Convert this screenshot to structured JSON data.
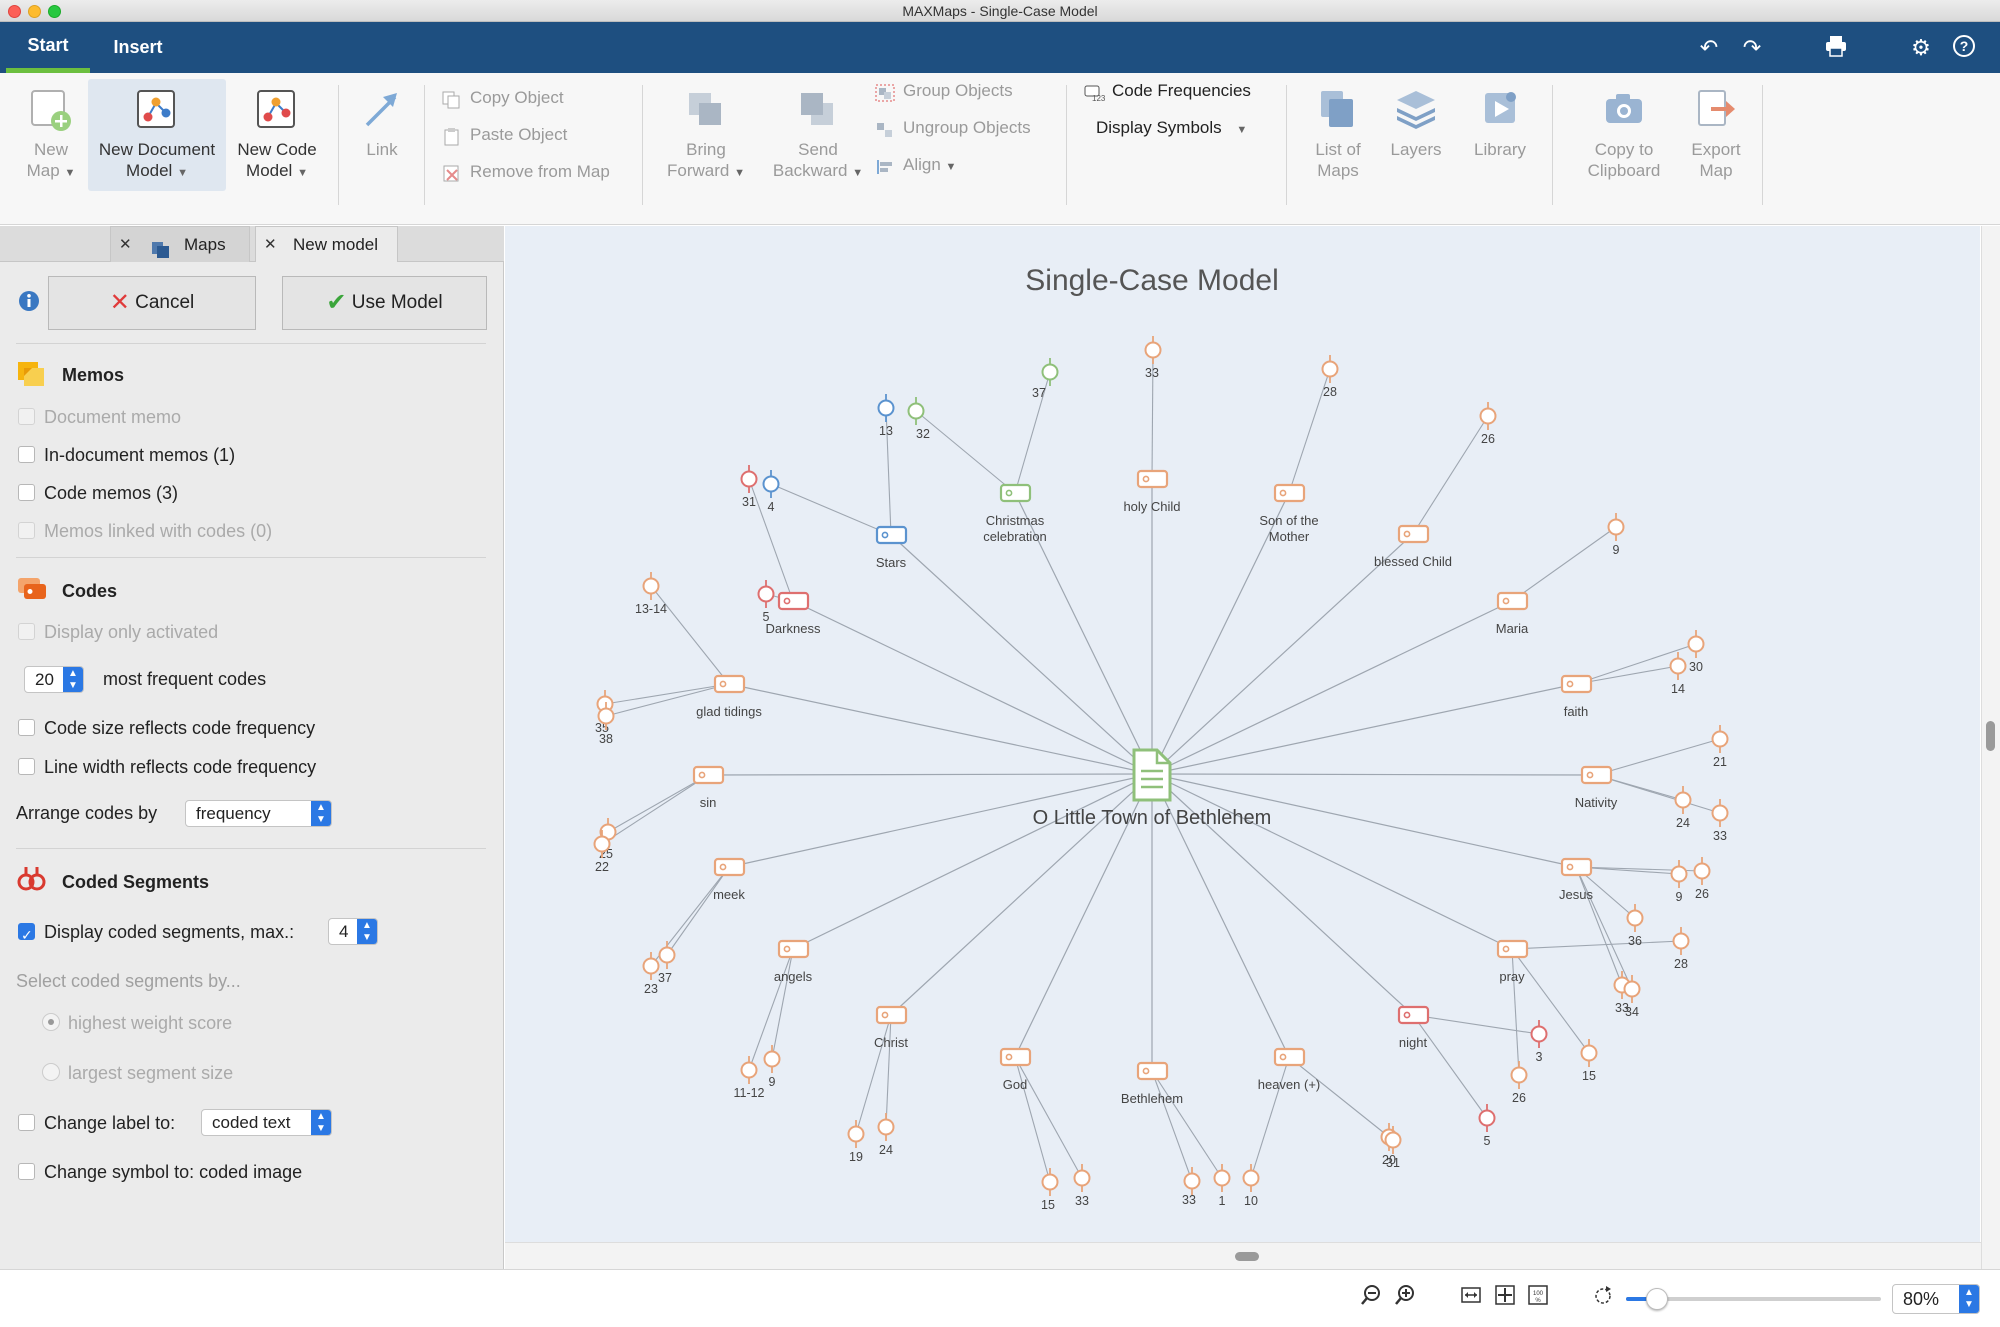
{
  "window": {
    "title": "MAXMaps - Single-Case Model"
  },
  "ribbon": {
    "tabs": [
      {
        "label": "Start",
        "active": true
      },
      {
        "label": "Insert",
        "active": false
      }
    ]
  },
  "toolbar": {
    "new_map": {
      "line1": "New",
      "line2": "Map"
    },
    "new_document_model": {
      "line1": "New Document",
      "line2": "Model"
    },
    "new_code_model": {
      "line1": "New Code",
      "line2": "Model"
    },
    "link": "Link",
    "copy_object": "Copy Object",
    "paste_object": "Paste Object",
    "remove_from_map": "Remove from Map",
    "bring_forward": {
      "line1": "Bring",
      "line2": "Forward"
    },
    "send_backward": {
      "line1": "Send",
      "line2": "Backward"
    },
    "group_objects": "Group Objects",
    "ungroup_objects": "Ungroup Objects",
    "align": "Align",
    "code_frequencies": "Code Frequencies",
    "display_symbols": "Display Symbols",
    "list_of_maps": {
      "line1": "List of",
      "line2": "Maps"
    },
    "layers": "Layers",
    "library": "Library",
    "copy_to_clipboard": {
      "line1": "Copy to",
      "line2": "Clipboard"
    },
    "export_map": {
      "line1": "Export",
      "line2": "Map"
    }
  },
  "panel": {
    "tabs": [
      "Maps",
      "New model"
    ],
    "cancel": "Cancel",
    "use_model": "Use Model",
    "memos": {
      "title": "Memos",
      "document_memo": "Document memo",
      "in_document_memos": "In-document memos (1)",
      "code_memos": "Code memos (3)",
      "memos_linked": "Memos linked with codes (0)"
    },
    "codes": {
      "title": "Codes",
      "display_only_activated": "Display only activated",
      "most_frequent_count": "20",
      "most_frequent_label": "most frequent codes",
      "code_size": "Code size reflects code frequency",
      "line_width": "Line width reflects code frequency",
      "arrange_label": "Arrange codes by",
      "arrange_value": "frequency"
    },
    "segments": {
      "title": "Coded Segments",
      "display_label": "Display coded segments, max.:",
      "display_max": "4",
      "select_by": "Select coded segments by...",
      "highest_weight": "highest weight score",
      "largest_size": "largest segment size",
      "change_label": "Change label to:",
      "change_label_value": "coded text",
      "change_symbol": "Change symbol to: coded image"
    }
  },
  "map": {
    "title": "Single-Case Model",
    "document": "O Little Town of Bethlehem",
    "colors": {
      "orange": "#e8a47a",
      "red": "#de6f6f",
      "green": "#8fc07a",
      "blue": "#5b93cf",
      "line": "#9ea6b0"
    },
    "codes": [
      {
        "label": "Christmas celebration",
        "color": "green",
        "segments": [
          "37",
          "32"
        ]
      },
      {
        "label": "holy Child",
        "color": "orange",
        "segments": [
          "33"
        ]
      },
      {
        "label": "Son of the Mother",
        "color": "orange",
        "segments": [
          "28"
        ]
      },
      {
        "label": "blessed Child",
        "color": "orange",
        "segments": [
          "26"
        ]
      },
      {
        "label": "Stars",
        "color": "blue",
        "segments": [
          "13",
          "4"
        ]
      },
      {
        "label": "Darkness",
        "color": "red",
        "segments": [
          "31",
          "5"
        ]
      },
      {
        "label": "Maria",
        "color": "orange",
        "segments": [
          "9"
        ]
      },
      {
        "label": "glad tidings",
        "color": "orange",
        "segments": [
          "13-14",
          "35",
          "38"
        ]
      },
      {
        "label": "faith",
        "color": "orange",
        "segments": [
          "30",
          "14"
        ]
      },
      {
        "label": "sin",
        "color": "orange",
        "segments": [
          "25",
          "22"
        ]
      },
      {
        "label": "Nativity",
        "color": "orange",
        "segments": [
          "21",
          "24",
          "33"
        ]
      },
      {
        "label": "meek",
        "color": "orange",
        "segments": [
          "37",
          "23"
        ]
      },
      {
        "label": "Jesus",
        "color": "orange",
        "segments": [
          "9",
          "26",
          "36",
          "33",
          "34"
        ]
      },
      {
        "label": "angels",
        "color": "orange",
        "segments": [
          "9",
          "11-12"
        ]
      },
      {
        "label": "pray",
        "color": "orange",
        "segments": [
          "28",
          "15",
          "26"
        ]
      },
      {
        "label": "Christ",
        "color": "orange",
        "segments": [
          "24",
          "19"
        ]
      },
      {
        "label": "God",
        "color": "orange",
        "segments": [
          "15",
          "33"
        ]
      },
      {
        "label": "Bethlehem",
        "color": "orange",
        "segments": [
          "1",
          "33"
        ]
      },
      {
        "label": "heaven (+)",
        "color": "orange",
        "segments": [
          "10",
          "20",
          "31"
        ]
      },
      {
        "label": "night",
        "color": "red",
        "segments": [
          "3",
          "5"
        ]
      }
    ]
  },
  "status": {
    "zoom_percent": "80%",
    "zoom_slider_fraction": 0.12
  }
}
